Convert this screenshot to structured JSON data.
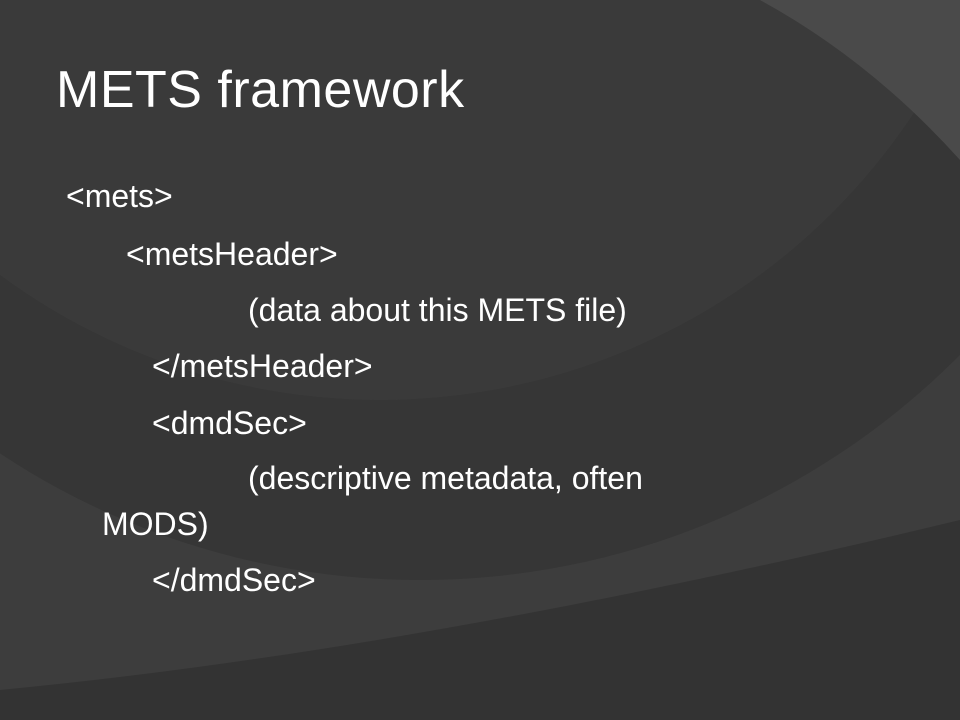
{
  "slide": {
    "title": "METS framework",
    "lines": [
      "<mets>",
      "<metsHeader>",
      "(data about this METS file)",
      "</metsHeader>",
      "<dmdSec>",
      "(descriptive metadata, often",
      "MODS)",
      "</dmdSec>"
    ]
  },
  "colors": {
    "background": "#3d3d3d",
    "text": "#ffffff",
    "shape_dark": "#333333",
    "shape_light": "#4a4a4a"
  }
}
